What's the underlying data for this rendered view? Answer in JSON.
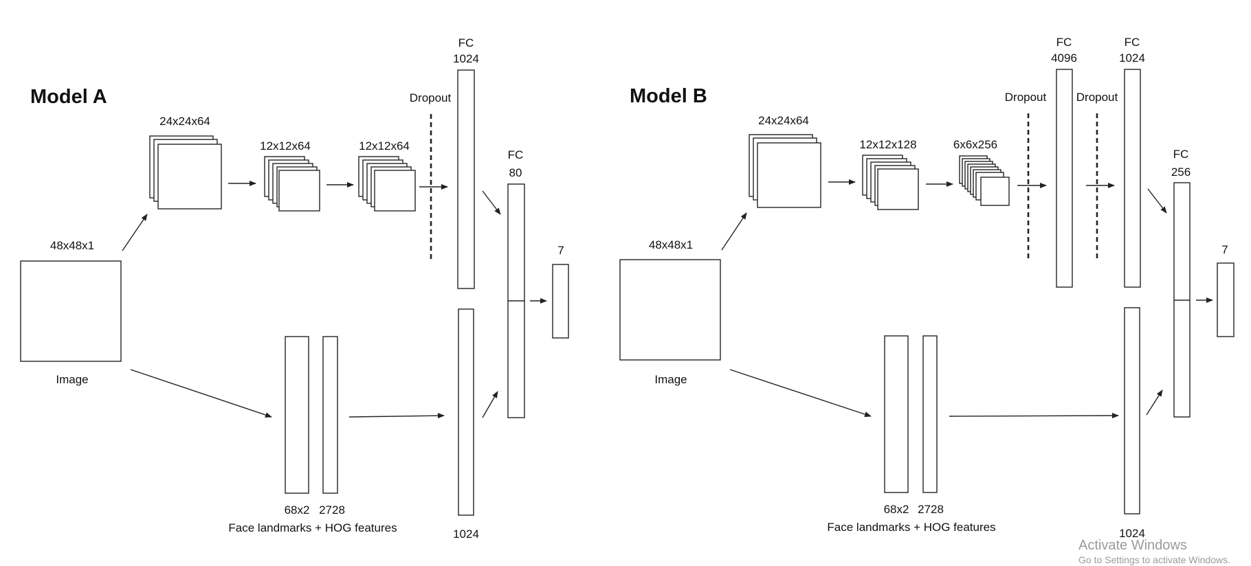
{
  "model_a": {
    "title": "Model A",
    "input_size": "48x48x1",
    "input_label": "Image",
    "conv1": "24x24x64",
    "conv2": "12x12x64",
    "conv3": "12x12x64",
    "dropout": "Dropout",
    "fc1_name": "FC",
    "fc1_size": "1024",
    "fc2_name": "FC",
    "fc2_size": "80",
    "output_size": "7",
    "landmarks_size": "68x2",
    "hog_size": "2728",
    "features_label": "Face landmarks + HOG features",
    "feature_fc_size": "1024"
  },
  "model_b": {
    "title": "Model B",
    "input_size": "48x48x1",
    "input_label": "Image",
    "conv1": "24x24x64",
    "conv2": "12x12x128",
    "conv3": "6x6x256",
    "dropout1": "Dropout",
    "dropout2": "Dropout",
    "fc1_name": "FC",
    "fc1_size": "4096",
    "fc2_name": "FC",
    "fc2_size": "1024",
    "fc3_name": "FC",
    "fc3_size": "256",
    "output_size": "7",
    "landmarks_size": "68x2",
    "hog_size": "2728",
    "features_label": "Face landmarks + HOG features",
    "feature_fc_size": "1024"
  },
  "watermark": {
    "line1": "Activate Windows",
    "line2": "Go to Settings to activate Windows."
  }
}
